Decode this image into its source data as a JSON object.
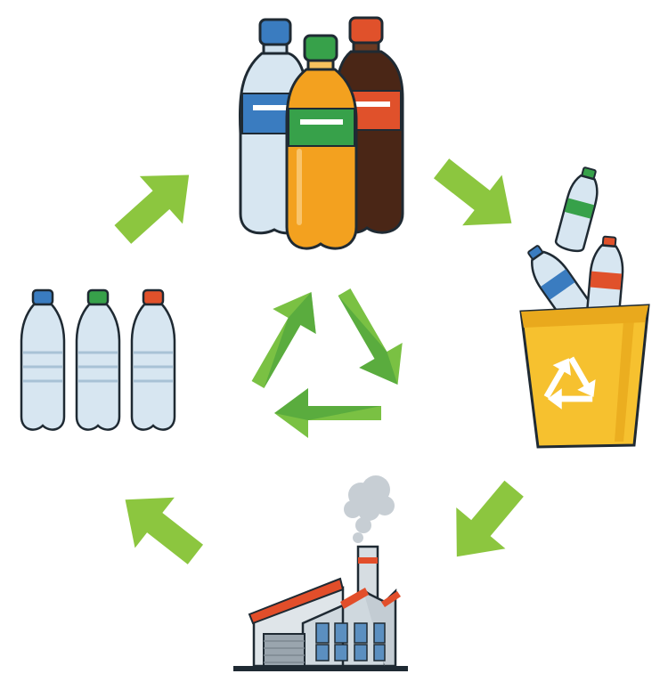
{
  "diagram": {
    "type": "recycling-cycle",
    "stages": [
      {
        "id": "filled-bottles",
        "icon": "filled-soda-bottles-icon"
      },
      {
        "id": "recycling-bin",
        "icon": "recycling-bin-icon"
      },
      {
        "id": "factory",
        "icon": "factory-icon"
      },
      {
        "id": "empty-bottles",
        "icon": "empty-plastic-bottles-icon"
      }
    ],
    "center_icon": "recycle-symbol-icon",
    "cap_colors": {
      "blue": "#3a7cc0",
      "green": "#37a14a",
      "red": "#e0512b"
    },
    "colors": {
      "arrow": "#8cc63f",
      "recycle_light": "#7ac143",
      "recycle_dark": "#3f9a3a",
      "orange_soda": "#f3a11f",
      "cola": "#4a2616",
      "bin": "#f6c12f",
      "factory_roof": "#e24e2a",
      "factory_wall": "#cfd8de",
      "window": "#5b8fc0"
    }
  }
}
